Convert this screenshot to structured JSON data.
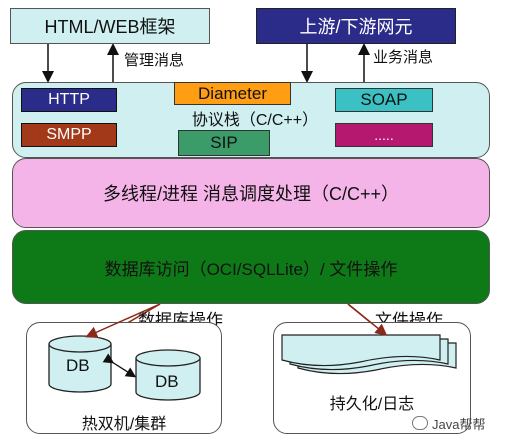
{
  "top": {
    "html_web": "HTML/WEB框架",
    "upstream": "上游/下游网元",
    "mgmt_msg": "管理消息",
    "biz_msg": "业务消息"
  },
  "protocols": {
    "http": "HTTP",
    "smpp": "SMPP",
    "diameter": "Diameter",
    "sip": "SIP",
    "soap": "SOAP",
    "more": ".....",
    "stack": "协议栈（C/C++）"
  },
  "layers": {
    "scheduling": "多线程/进程 消息调度处理（C/C++）",
    "db_file": "数据库访问（OCI/SQLLite）/ 文件操作"
  },
  "bottom": {
    "db_op": "数据库操作",
    "file_op": "文件操作",
    "db1": "DB",
    "db2": "DB",
    "cluster": "热双机/集群",
    "persist": "持久化/日志"
  },
  "watermark": "Java帮帮",
  "colors": {
    "protocol_bg": "#cfeff0",
    "scheduling_bg": "#f5b4e8",
    "dbfile_bg": "#0e7a17",
    "http": "#2b2b8a",
    "smpp": "#a23a19",
    "diameter": "#ff9d13",
    "sip": "#3b9c6a",
    "soap": "#3bc0c4",
    "more": "#b5186f"
  }
}
